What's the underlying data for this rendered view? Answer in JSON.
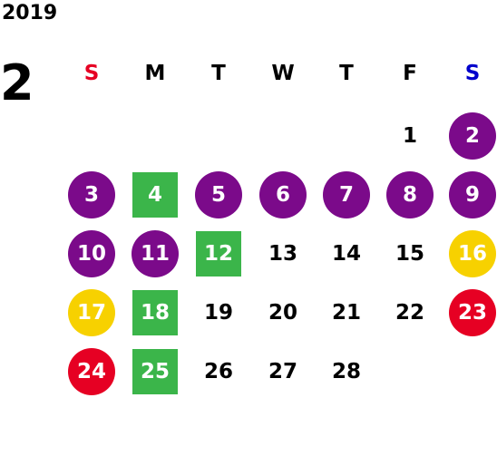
{
  "calendar": {
    "year": "2019",
    "month": "2",
    "weekdays": [
      {
        "label": "S",
        "color": "#e60023"
      },
      {
        "label": "M",
        "color": "#000000"
      },
      {
        "label": "T",
        "color": "#000000"
      },
      {
        "label": "W",
        "color": "#000000"
      },
      {
        "label": "T",
        "color": "#000000"
      },
      {
        "label": "F",
        "color": "#000000"
      },
      {
        "label": "S",
        "color": "#0000cc"
      }
    ],
    "days": [
      {
        "day": "1",
        "style": "plain"
      },
      {
        "day": "2",
        "style": "purple-circle"
      },
      {
        "day": "3",
        "style": "purple-circle"
      },
      {
        "day": "4",
        "style": "green-square"
      },
      {
        "day": "5",
        "style": "purple-circle"
      },
      {
        "day": "6",
        "style": "purple-circle"
      },
      {
        "day": "7",
        "style": "purple-circle"
      },
      {
        "day": "8",
        "style": "purple-circle"
      },
      {
        "day": "9",
        "style": "purple-circle"
      },
      {
        "day": "10",
        "style": "purple-circle"
      },
      {
        "day": "11",
        "style": "purple-circle"
      },
      {
        "day": "12",
        "style": "green-square"
      },
      {
        "day": "13",
        "style": "plain"
      },
      {
        "day": "14",
        "style": "plain"
      },
      {
        "day": "15",
        "style": "plain"
      },
      {
        "day": "16",
        "style": "yellow-circle"
      },
      {
        "day": "17",
        "style": "yellow-circle"
      },
      {
        "day": "18",
        "style": "green-square"
      },
      {
        "day": "19",
        "style": "plain"
      },
      {
        "day": "20",
        "style": "plain"
      },
      {
        "day": "21",
        "style": "plain"
      },
      {
        "day": "22",
        "style": "plain"
      },
      {
        "day": "23",
        "style": "red-circle"
      },
      {
        "day": "24",
        "style": "red-circle"
      },
      {
        "day": "25",
        "style": "green-square"
      },
      {
        "day": "26",
        "style": "plain"
      },
      {
        "day": "27",
        "style": "plain"
      },
      {
        "day": "28",
        "style": "plain"
      }
    ],
    "first_weekday_index": 5
  }
}
